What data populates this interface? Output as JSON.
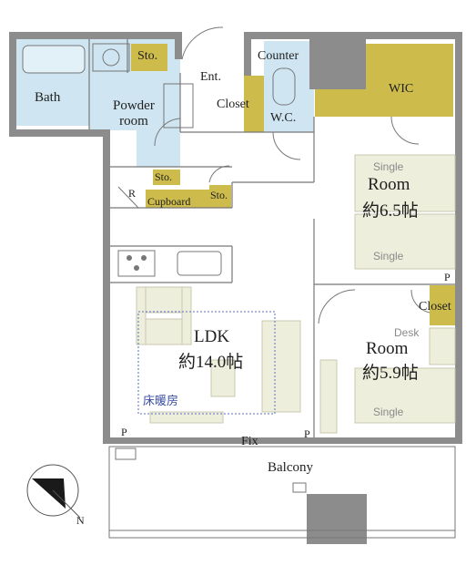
{
  "plan": {
    "labels": {
      "bath": "Bath",
      "powder_room": "Powder\nroom",
      "sto_top": "Sto.",
      "ent": "Ent.",
      "counter": "Counter",
      "closet_entry": "Closet",
      "wc": "W.C.",
      "wic": "WIC",
      "sto_mid": "Sto.",
      "refrigerator": "R",
      "cupboard": "Cupboard",
      "sto_right": "Sto.",
      "room1_name": "Room",
      "room1_size": "約6.5帖",
      "room1_bed_top": "Single",
      "room1_bed_bottom": "Single",
      "p_top": "P",
      "closet_room2": "Closet",
      "desk": "Desk",
      "room2_name": "Room",
      "room2_size": "約5.9帖",
      "room2_bed": "Single",
      "ldk_name": "LDK",
      "ldk_size": "約14.0帖",
      "floor_heating": "床暖房",
      "p_left": "P",
      "fix": "Fix",
      "p_right": "P",
      "balcony": "Balcony",
      "north": "N"
    },
    "colors": {
      "wall": "#8c8c8c",
      "wet_area": "#cfe6f2",
      "storage": "#cdbb4b",
      "furniture": "#eeeedd",
      "furniture_line": "#c9c9b0",
      "floor_heating_line": "#5a6fc0",
      "line": "#777777"
    }
  }
}
